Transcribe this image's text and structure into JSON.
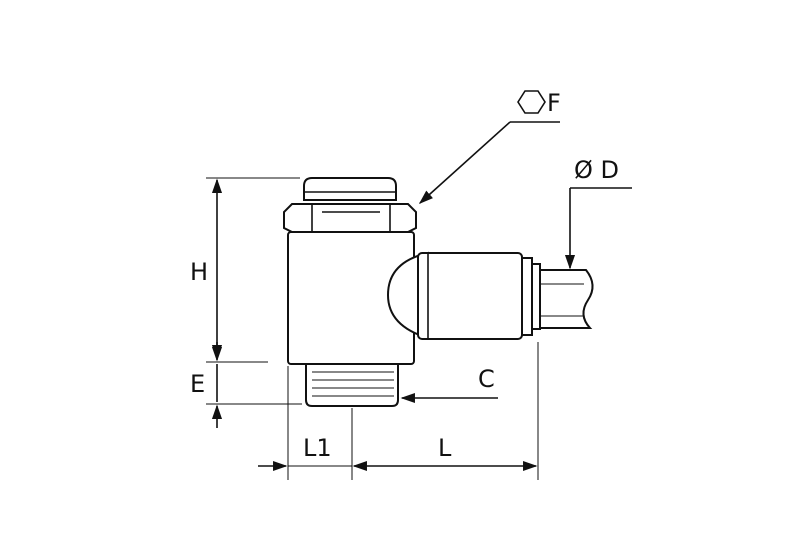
{
  "dimensions": {
    "hex_f": "F",
    "diameter_d": "Ø D",
    "height_h": "H",
    "thread_e": "E",
    "thread_c": "C",
    "length_l1": "L1",
    "length_l": "L"
  },
  "colors": {
    "line": "#111111",
    "background": "#ffffff"
  }
}
